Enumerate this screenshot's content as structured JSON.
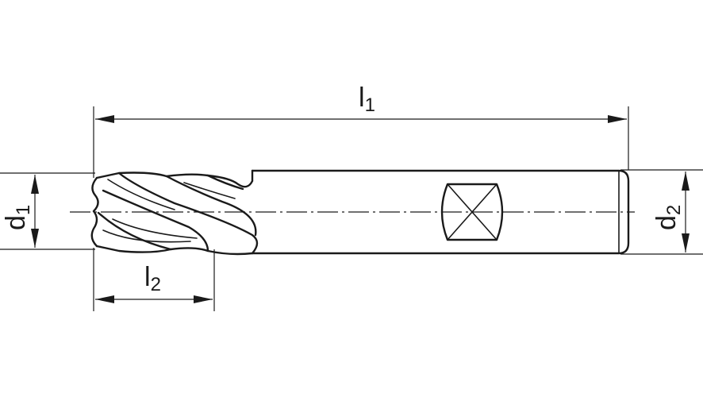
{
  "labels": {
    "overall_length": {
      "symbol": "l",
      "index": "1"
    },
    "flute_length": {
      "symbol": "l",
      "index": "2"
    },
    "cutting_diameter": {
      "symbol": "d",
      "index": "1"
    },
    "shank_diameter": {
      "symbol": "d",
      "index": "2"
    }
  },
  "colors": {
    "line": "#1a1a1a",
    "background": "#ffffff"
  }
}
